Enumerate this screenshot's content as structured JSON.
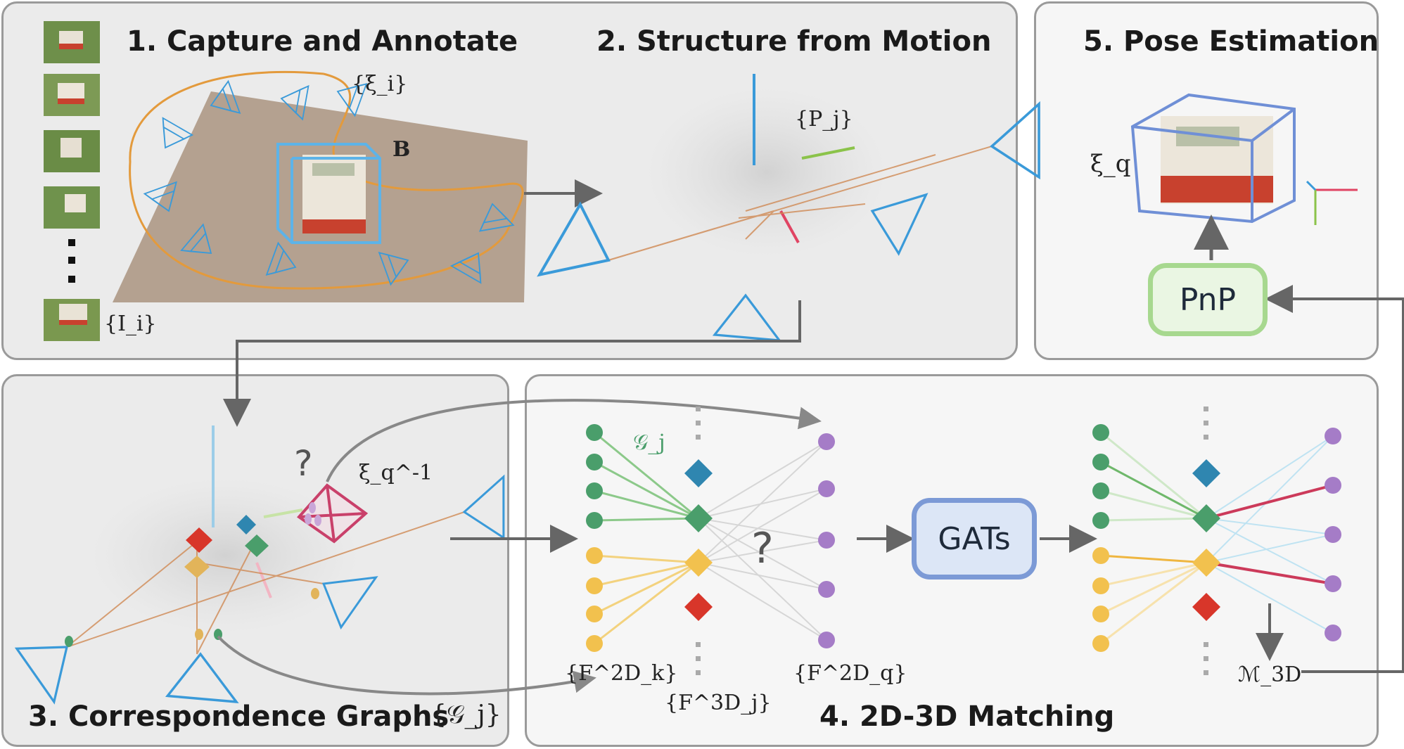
{
  "panels": {
    "p1": {
      "title": "1. Capture and Annotate"
    },
    "p2": {
      "title": "2. Structure from Motion"
    },
    "p3": {
      "title": "3. Correspondence Graphs"
    },
    "p4": {
      "title": "4. 2D-3D Matching"
    },
    "p5": {
      "title": "5. Pose Estimation"
    }
  },
  "labels": {
    "images": "{I_i}",
    "poses": "{ξ_i}",
    "box": "B",
    "points3d": "{P_j}",
    "graphs": "{𝒢_j}",
    "graph_single": "𝒢_j",
    "xi_q_inv": "ξ_q^-1",
    "xi_q": "ξ_q",
    "f2d_k": "{F^2D_k}",
    "f3d_j": "{F^3D_j}",
    "f2d_q": "{F^2D_q}",
    "matches": "ℳ_3D",
    "question": "?"
  },
  "boxes": {
    "gats": "GATs",
    "pnp": "PnP"
  },
  "colors": {
    "panel_bg": "#ebebeb",
    "panel_border": "#9a9a9a",
    "camera": "#3a9ad9",
    "query_camera": "#c9406a",
    "trajectory": "#e39a3c",
    "green_node": "#4a9e6b",
    "yellow_node": "#f2c14e",
    "purple_node": "#a57cc7",
    "teal_diamond": "#2f86b0",
    "red_diamond": "#d8362a",
    "match_line": "#cc3a5a",
    "gats_fill": "#dce6f6",
    "gats_border": "#7c9ad6",
    "pnp_fill": "#eaf6e3",
    "pnp_border": "#a7d88f",
    "arrow": "#666666"
  }
}
